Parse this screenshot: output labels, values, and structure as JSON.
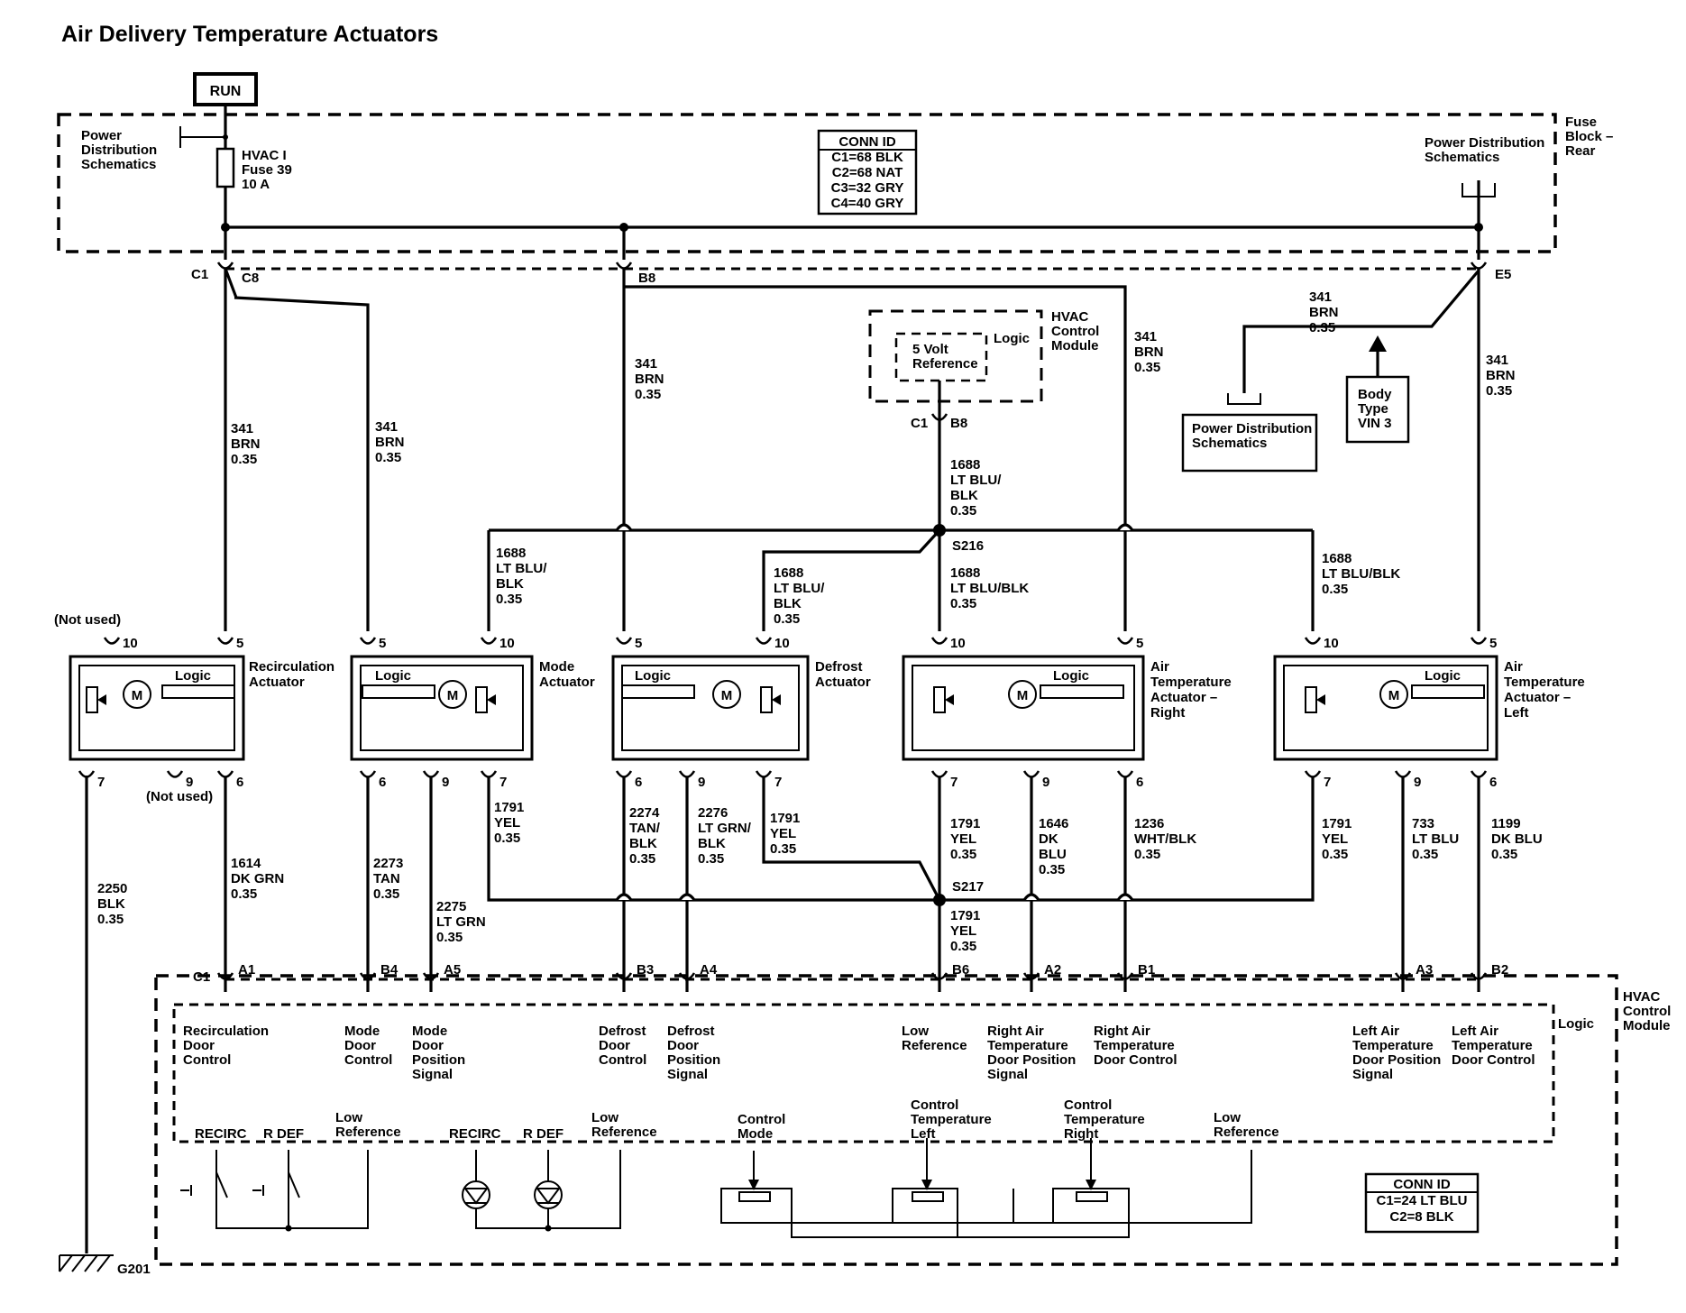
{
  "title": "Air Delivery Temperature  Actuators",
  "run": "RUN",
  "fuse_block": {
    "power_left": [
      "Power",
      "Distribution",
      "Schematics"
    ],
    "fuse": [
      "HVAC I",
      "Fuse 39",
      "10 A"
    ],
    "conn_id": [
      "CONN ID",
      "C1=68 BLK",
      "C2=68 NAT",
      "C3=32 GRY",
      "C4=40 GRY"
    ],
    "power_right": [
      "Power Distribution",
      "Schematics"
    ],
    "label": [
      "Fuse",
      "Block –",
      "Rear"
    ]
  },
  "connectors_top": {
    "c1": "C1",
    "c8": "C8",
    "b8": "B8",
    "e5": "E5"
  },
  "wires": {
    "w341": [
      "341",
      "BRN",
      "0.35"
    ],
    "w1688a": [
      "1688",
      "LT BLU/",
      "BLK",
      "0.35"
    ],
    "w1688b": [
      "1688",
      "LT BLU/BLK",
      "0.35"
    ],
    "w1791": [
      "1791",
      "YEL",
      "0.35"
    ],
    "w1614": [
      "1614",
      "DK GRN",
      "0.35"
    ],
    "w2273": [
      "2273",
      "TAN",
      "0.35"
    ],
    "w2275": [
      "2275",
      "LT GRN",
      "0.35"
    ],
    "w2274": [
      "2274",
      "TAN/",
      "BLK",
      "0.35"
    ],
    "w2276": [
      "2276",
      "LT GRN/",
      "BLK",
      "0.35"
    ],
    "w1646": [
      "1646",
      "DK",
      "BLU",
      "0.35"
    ],
    "w1236": [
      "1236",
      "WHT/BLK",
      "0.35"
    ],
    "w733": [
      "733",
      "LT BLU",
      "0.35"
    ],
    "w1199": [
      "1199",
      "DK BLU",
      "0.35"
    ],
    "w2250": [
      "2250",
      "BLK",
      "0.35"
    ]
  },
  "hvac_module_top": {
    "lines": [
      "HVAC",
      "Control",
      "Module"
    ],
    "logic": "Logic",
    "ref": [
      "5 Volt",
      "Reference"
    ],
    "c1": "C1",
    "b8": "B8"
  },
  "power_dist_box": [
    "Power Distribution",
    "Schematics"
  ],
  "body_type": [
    "Body",
    "Type",
    "VIN 3"
  ],
  "splices": {
    "s216": "S216",
    "s217": "S217"
  },
  "actuators": [
    {
      "name": [
        "Recirculation",
        "Actuator"
      ],
      "logic": "Logic",
      "pins_top": [
        "10",
        "5"
      ],
      "pins_bot": [
        "7",
        "9",
        "6"
      ]
    },
    {
      "name": [
        "Mode",
        "Actuator"
      ],
      "logic": "Logic",
      "pins_top": [
        "5",
        "10"
      ],
      "pins_bot": [
        "6",
        "9",
        "7"
      ]
    },
    {
      "name": [
        "Defrost",
        "Actuator"
      ],
      "logic": "Logic",
      "pins_top": [
        "5",
        "10"
      ],
      "pins_bot": [
        "6",
        "9",
        "7"
      ]
    },
    {
      "name": [
        "Air",
        "Temperature",
        "Actuator –",
        "Right"
      ],
      "logic": "Logic",
      "pins_top": [
        "10",
        "5"
      ],
      "pins_bot": [
        "7",
        "9",
        "6"
      ]
    },
    {
      "name": [
        "Air",
        "Temperature",
        "Actuator –",
        "Left"
      ],
      "logic": "Logic",
      "pins_top": [
        "10",
        "5"
      ],
      "pins_bot": [
        "7",
        "9",
        "6"
      ]
    }
  ],
  "not_used": "(Not used)",
  "motor": "M",
  "connectors_bottom": {
    "c1": "C1",
    "a1": "A1",
    "b4": "B4",
    "a5": "A5",
    "b3": "B3",
    "a4": "A4",
    "b6": "B6",
    "a2": "A2",
    "b1": "B1",
    "a3": "A3",
    "b2": "B2"
  },
  "hvac_module_bottom": {
    "label": [
      "HVAC",
      "Control",
      "Module"
    ],
    "logic": "Logic",
    "signals": [
      [
        "Recirculation",
        "Door",
        "Control"
      ],
      [
        "Mode",
        "Door",
        "Control"
      ],
      [
        "Mode",
        "Door",
        "Position",
        "Signal"
      ],
      [
        "Defrost",
        "Door",
        "Control"
      ],
      [
        "Defrost",
        "Door",
        "Position",
        "Signal"
      ],
      [
        "Low",
        "Reference"
      ],
      [
        "Right Air",
        "Temperature",
        "Door Position",
        "Signal"
      ],
      [
        "Right Air",
        "Temperature",
        "Door Control"
      ],
      [
        "Left Air",
        "Temperature",
        "Door Position",
        "Signal"
      ],
      [
        "Left Air",
        "Temperature",
        "Door Control"
      ]
    ],
    "switches": {
      "recirc": "RECIRC",
      "rdef": "R DEF",
      "low_ref": [
        "Low",
        "Reference"
      ]
    },
    "leds": {
      "recirc": "RECIRC",
      "rdef": "R DEF",
      "low_ref": [
        "Low",
        "Reference"
      ]
    },
    "controls": {
      "mode": [
        "Control",
        "Mode"
      ],
      "temp_left": [
        "Control",
        "Temperature",
        "Left"
      ],
      "temp_right": [
        "Control",
        "Temperature",
        "Right"
      ],
      "low_ref": [
        "Low",
        "Reference"
      ]
    },
    "conn_id": [
      "CONN ID",
      "C1=24 LT BLU",
      "C2=8 BLK"
    ]
  },
  "ground": "G201"
}
